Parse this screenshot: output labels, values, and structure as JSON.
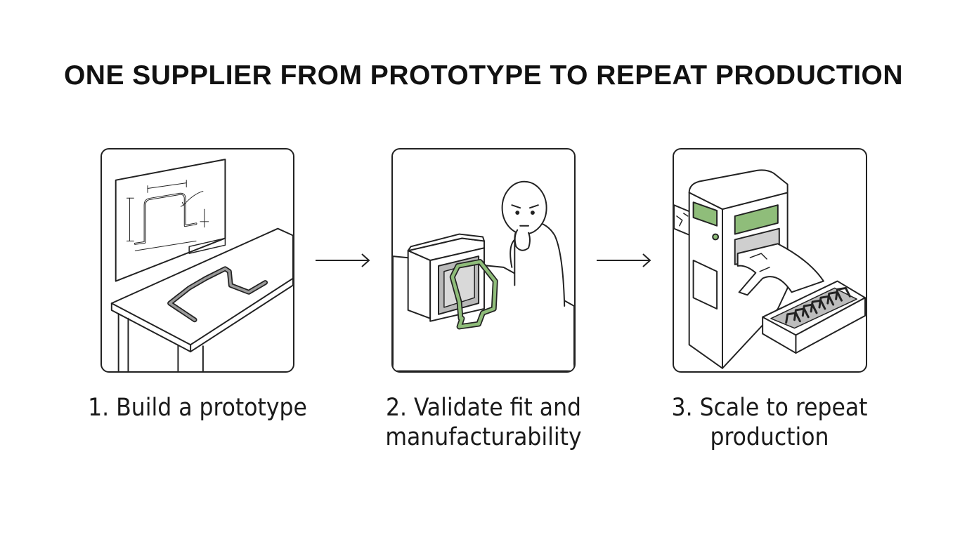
{
  "title": "ONE SUPPLIER FROM PROTOTYPE TO REPEAT PRODUCTION",
  "colors": {
    "accent_green": "#8fbd7a",
    "line": "#222222",
    "machine_gray": "#b5b5b5"
  },
  "steps": [
    {
      "caption_lines": [
        "1. Build a prototype"
      ],
      "illustration": "workbench-with-drawing-and-bent-wire"
    },
    {
      "caption_lines": [
        "2. Validate fit and",
        "manufacturability"
      ],
      "illustration": "person-inspecting-part-fit"
    },
    {
      "caption_lines": [
        "3. Scale to repeat",
        "production"
      ],
      "illustration": "production-machine-with-parts-tray"
    }
  ],
  "icons": [
    "arrow-right-icon",
    "arrow-right-icon"
  ]
}
